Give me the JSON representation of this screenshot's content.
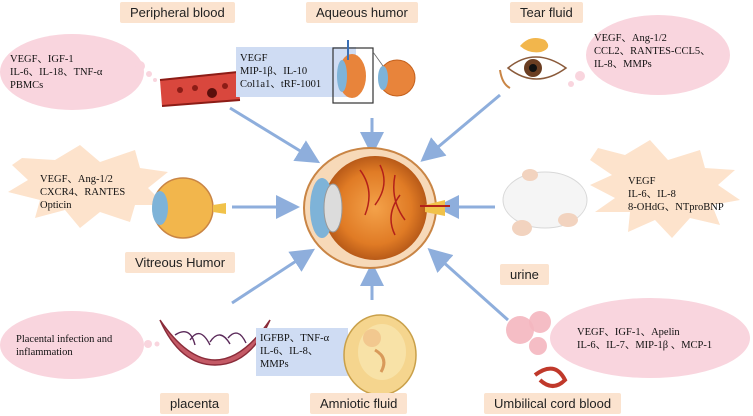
{
  "labels": {
    "peripheral_blood": "Peripheral blood",
    "aqueous_humor": "Aqueous humor",
    "tear_fluid": "Tear fluid",
    "vitreous_humor": "Vitreous Humor",
    "urine": "urine",
    "placenta": "placenta",
    "amniotic_fluid": "Amniotic fluid",
    "umbilical_cord_blood": "Umbilical cord blood"
  },
  "markers": {
    "peripheral_blood": [
      "VEGF、IGF-1",
      "IL-6、IL-18、TNF-α",
      "PBMCs"
    ],
    "aqueous_humor": [
      "VEGF",
      "MIP-1β、IL-10",
      "Col1a1、tRF-1001"
    ],
    "tear_fluid": [
      "VEGF、Ang-1/2",
      "CCL2、RANTES-CCL5、",
      "IL-8、MMPs"
    ],
    "vitreous_humor": [
      "VEGF、Ang-1/2",
      "CXCR4、RANTES",
      "Opticin"
    ],
    "urine": [
      "VEGF",
      "IL-6、IL-8",
      "8-OHdG、NTproBNP"
    ],
    "placenta": [
      "Placental infection and",
      "inflammation"
    ],
    "amniotic_fluid": [
      "IGFBP、TNF-α",
      "IL-6、IL-8、",
      "MMPs"
    ],
    "umbilical_cord_blood": [
      "VEGF、IGF-1、Apelin",
      "IL-6、IL-7、MIP-1β 、MCP-1"
    ]
  },
  "colors": {
    "label_bg": "#fbe3cf",
    "pink_bubble": "#f9d5de",
    "blue_box": "#cfdcf3",
    "burst": "#fde3cc",
    "arrow": "#8eaedc"
  }
}
